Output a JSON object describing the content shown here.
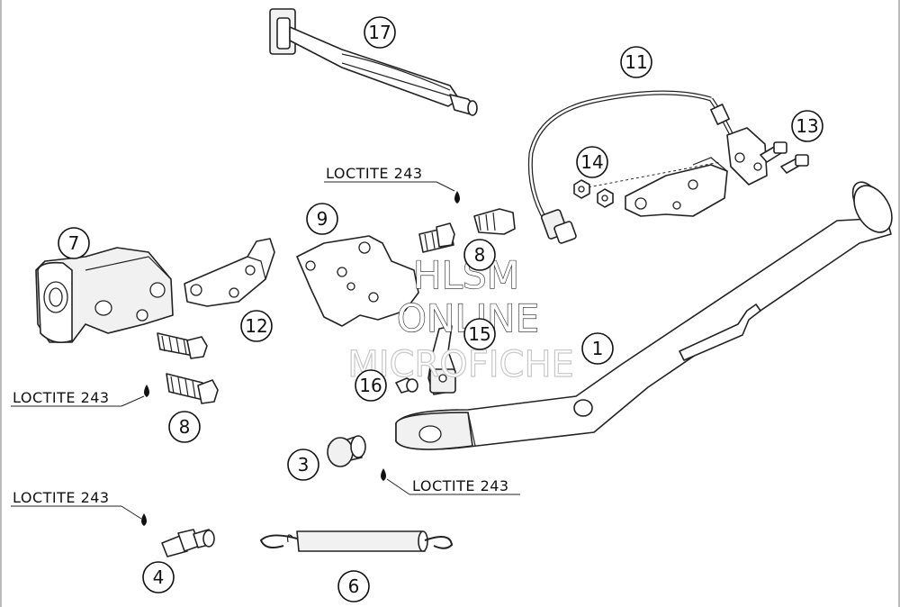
{
  "callouts": {
    "c1": "1",
    "c3": "3",
    "c4": "4",
    "c6": "6",
    "c7": "7",
    "c8a": "8",
    "c8b": "8",
    "c9": "9",
    "c11": "11",
    "c12": "12",
    "c13": "13",
    "c14": "14",
    "c15": "15",
    "c16": "16",
    "c17": "17"
  },
  "loctite": {
    "top": "LOCTITE 243",
    "left_mid": "LOCTITE 243",
    "center": "LOCTITE 243",
    "left_low": "LOCTITE 243"
  },
  "watermark": {
    "line1": "HLSM",
    "line2": "ONLINE",
    "line3": "MICROFICHE"
  }
}
